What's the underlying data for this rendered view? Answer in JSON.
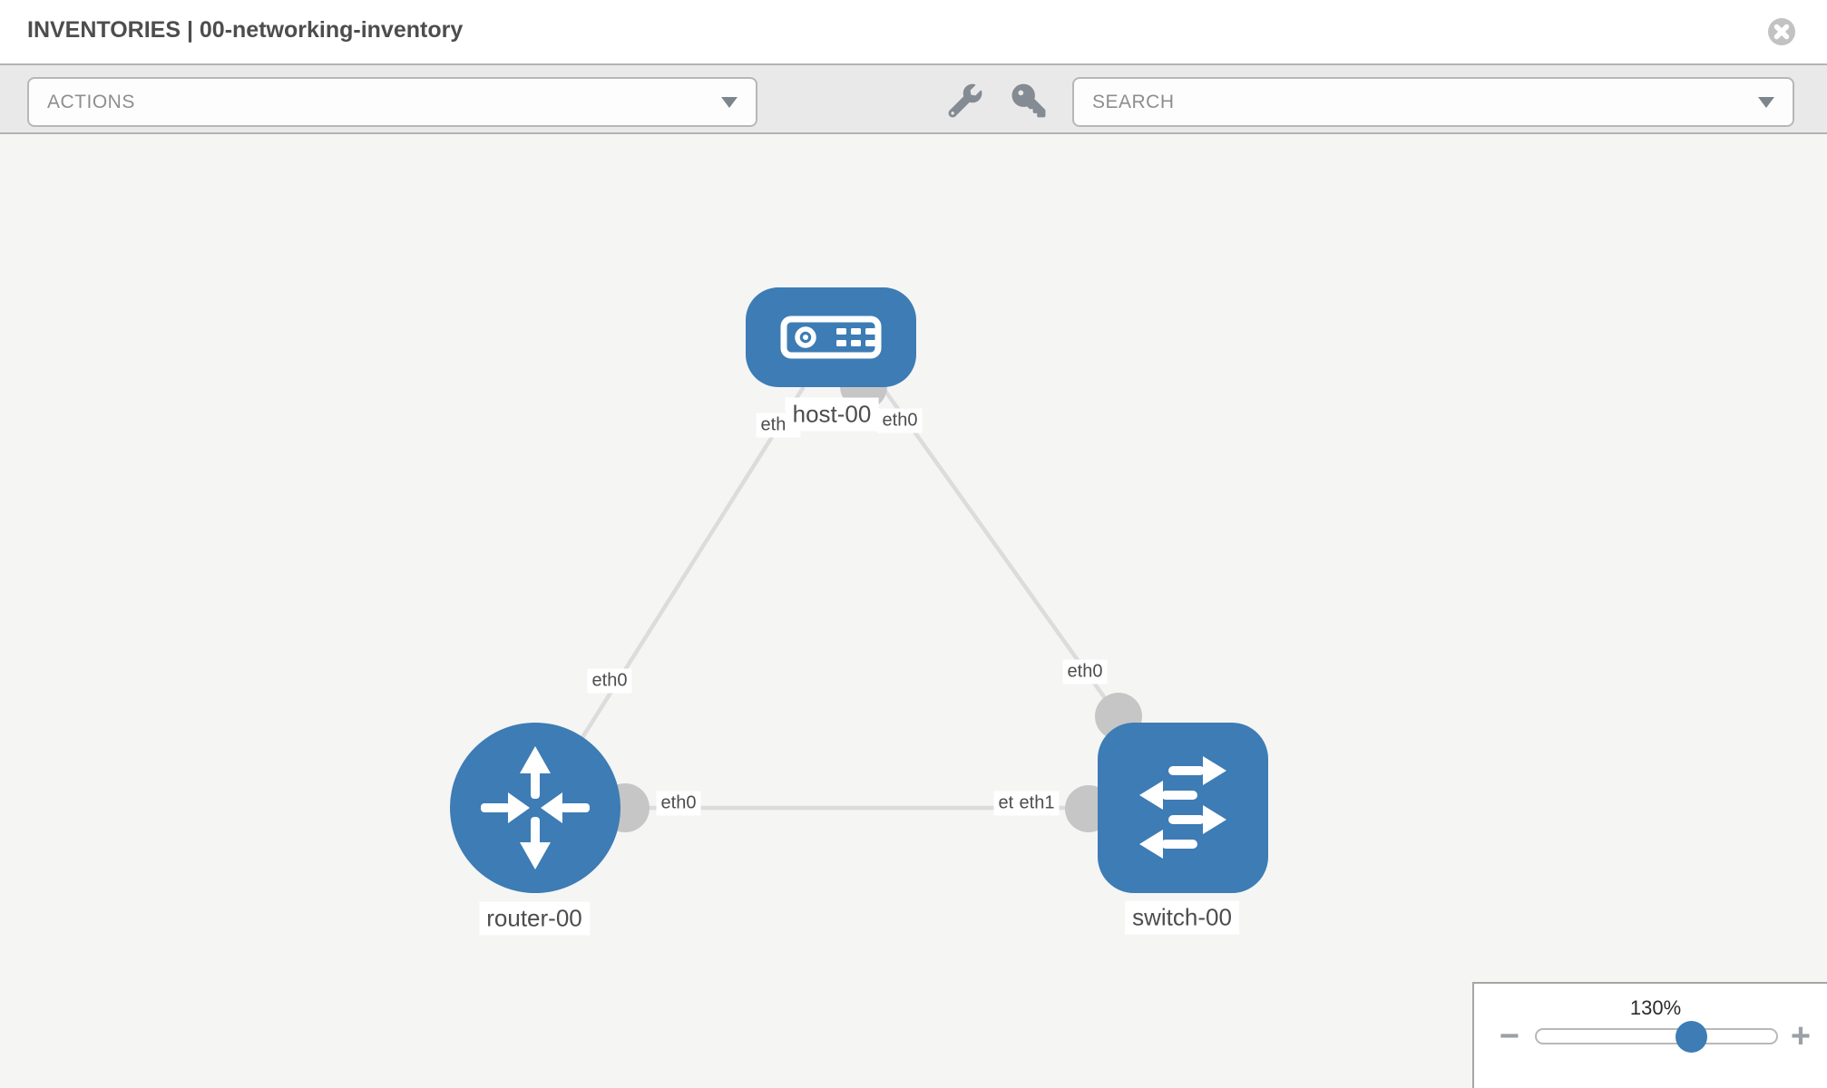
{
  "header": {
    "title": "INVENTORIES | 00-networking-inventory"
  },
  "toolbar": {
    "actions_label": "ACTIONS",
    "search_placeholder": "SEARCH"
  },
  "icons": {
    "close": "circle-x",
    "wrench": "wrench",
    "key": "key",
    "dropdown_caret": "chevron-down",
    "zoom_out": "−",
    "zoom_in": "+"
  },
  "topology": {
    "nodes": [
      {
        "label": "host-00",
        "type": "host",
        "shape": "rounded-rect"
      },
      {
        "label": "router-00",
        "type": "router",
        "shape": "circle"
      },
      {
        "label": "switch-00",
        "type": "switch",
        "shape": "rounded-square"
      }
    ],
    "links": [
      {
        "from": "router-00",
        "to": "host-00",
        "from_interface": "eth0",
        "to_interface": "eth0"
      },
      {
        "from": "switch-00",
        "to": "host-00",
        "from_interface": "eth0",
        "to_interface": "eth0"
      },
      {
        "from": "router-00",
        "to": "switch-00",
        "from_interface": "eth0",
        "to_interface": "eth1"
      }
    ],
    "overlapped_label": "eth0",
    "colors": {
      "node_fill": "#3d7cb5",
      "link": "#dcdcdc",
      "connector": "#c6c6c6",
      "label_text": "#4d4d4d",
      "label_bg": "#ffffff"
    }
  },
  "zoom_control": {
    "level": "130%"
  }
}
